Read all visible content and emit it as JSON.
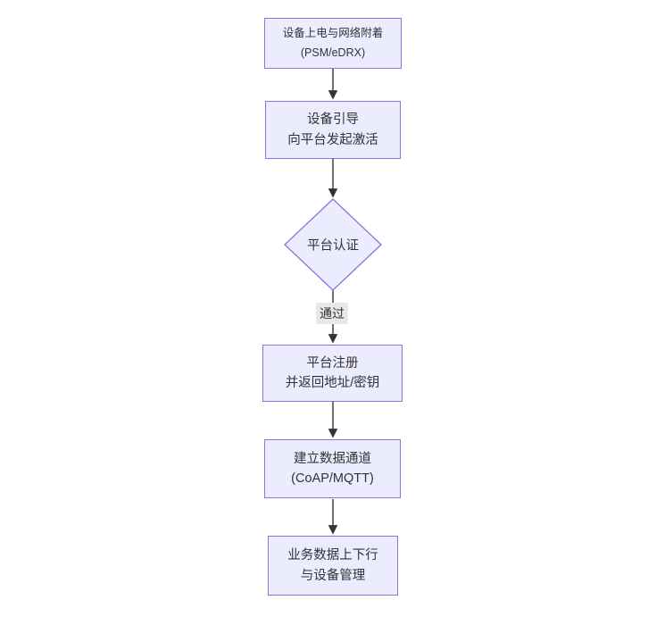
{
  "page": {
    "background_color": "#ffffff"
  },
  "colors": {
    "node_fill": "#ECECFF",
    "node_border": "#9370DB",
    "arrow": "#333333",
    "text": "#333333",
    "edge_label_background": "#e8e8e8"
  },
  "flowchart": {
    "direction": "top-down",
    "nodes": [
      {
        "id": "power-attach",
        "shape": "rect",
        "lines": [
          "设备上电与网络附着",
          "(PSM/eDRX)"
        ]
      },
      {
        "id": "bootstrap",
        "shape": "rect",
        "lines": [
          "设备引导",
          "向平台发起激活"
        ]
      },
      {
        "id": "platform-auth",
        "shape": "diamond",
        "lines": [
          "平台认证",
          ""
        ]
      },
      {
        "id": "platform-register",
        "shape": "rect",
        "lines": [
          "平台注册",
          "并返回地址/密钥"
        ]
      },
      {
        "id": "data-channel",
        "shape": "rect",
        "lines": [
          "建立数据通道",
          "(CoAP/MQTT)"
        ]
      },
      {
        "id": "business-data",
        "shape": "rect",
        "lines": [
          "业务数据上下行",
          "与设备管理"
        ]
      }
    ],
    "edges": [
      {
        "from": "power-attach",
        "to": "bootstrap",
        "label": ""
      },
      {
        "from": "bootstrap",
        "to": "platform-auth",
        "label": ""
      },
      {
        "from": "platform-auth",
        "to": "platform-register",
        "label": "通过"
      },
      {
        "from": "platform-register",
        "to": "data-channel",
        "label": ""
      },
      {
        "from": "data-channel",
        "to": "business-data",
        "label": ""
      }
    ]
  }
}
